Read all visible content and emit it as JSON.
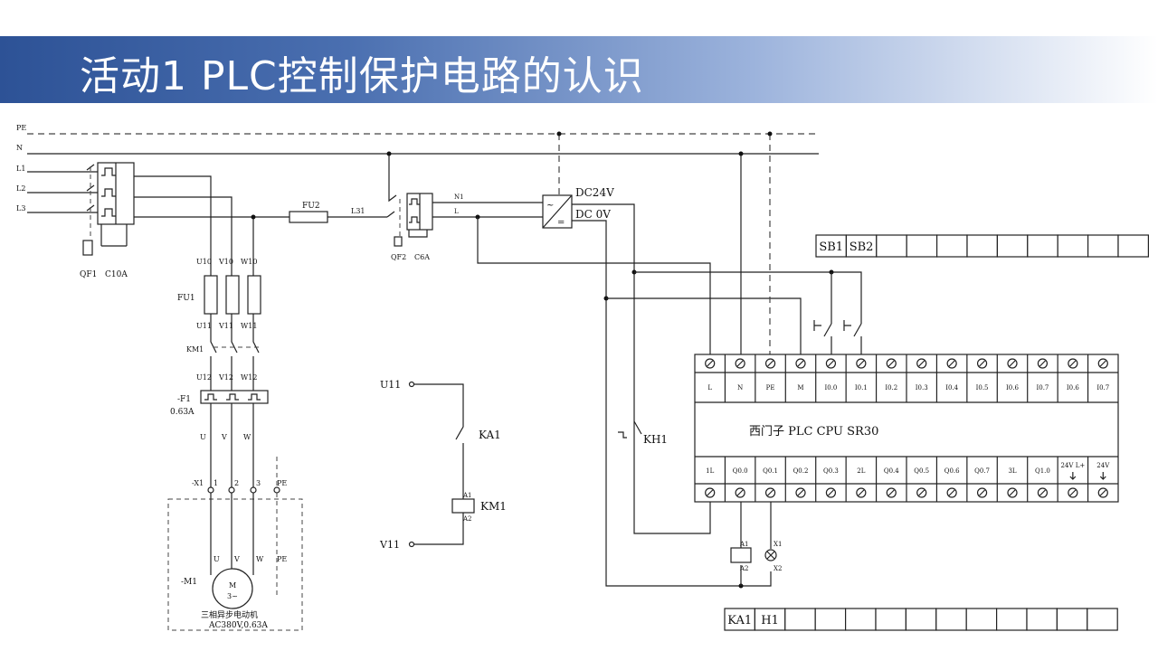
{
  "title": "活动1 PLC控制保护电路的认识",
  "bus": {
    "pe": "PE",
    "n": "N",
    "l1": "L1",
    "l2": "L2",
    "l3": "L3"
  },
  "qf1": {
    "name": "QF1",
    "rating": "C10A"
  },
  "qf2": {
    "name": "QF2",
    "rating": "C6A",
    "n1": "N1",
    "l": "L"
  },
  "fu2": {
    "name": "FU2",
    "wire": "L31"
  },
  "psu": {
    "dc24v": "DC24V",
    "dc0v": "DC 0V"
  },
  "fu1": {
    "name": "FU1",
    "top": [
      "U10",
      "V10",
      "W10"
    ],
    "bottom": [
      "U11",
      "V11",
      "W11"
    ]
  },
  "km1_main": {
    "name": "KM1",
    "bottom": [
      "U12",
      "V12",
      "W12"
    ]
  },
  "f1": {
    "name": "-F1",
    "rating": "0.63A"
  },
  "phase_labels": [
    "U",
    "V",
    "W"
  ],
  "x1": {
    "name": "-X1",
    "terms": [
      "1",
      "2",
      "3",
      "PE"
    ]
  },
  "motor": {
    "name": "-M1",
    "symbol": "M",
    "sub": "3~",
    "wires": [
      "U",
      "V",
      "W",
      "PE"
    ],
    "desc": "三相异步电动机",
    "spec": "AC380V,0.63A"
  },
  "control": {
    "u11": "U11",
    "ka1": "KA1",
    "a1": "A1",
    "a2": "A2",
    "km1": "KM1",
    "v11": "V11"
  },
  "kh1": "KH1",
  "plc": {
    "name": "西门子 PLC CPU SR30",
    "top_terms": [
      "L",
      "N",
      "PE",
      "M",
      "I0.0",
      "I0.1",
      "I0.2",
      "I0.3",
      "I0.4",
      "I0.5",
      "I0.6",
      "I0.7",
      "I0.6",
      "I0.7"
    ],
    "bottom_terms": [
      "1L",
      "Q0.0",
      "Q0.1",
      "Q0.2",
      "Q0.3",
      "2L",
      "Q0.4",
      "Q0.5",
      "Q0.6",
      "Q0.7",
      "3L",
      "Q1.0",
      "24V L+",
      "24V"
    ]
  },
  "out_loads": {
    "a1": "A1",
    "a2": "A2",
    "x1": "X1",
    "x2": "X2"
  },
  "input_table": [
    "SB1",
    "SB2",
    "",
    "",
    "",
    "",
    "",
    "",
    "",
    "",
    ""
  ],
  "output_table": [
    "KA1",
    "H1",
    "",
    "",
    "",
    "",
    "",
    "",
    "",
    "",
    "",
    "",
    ""
  ]
}
